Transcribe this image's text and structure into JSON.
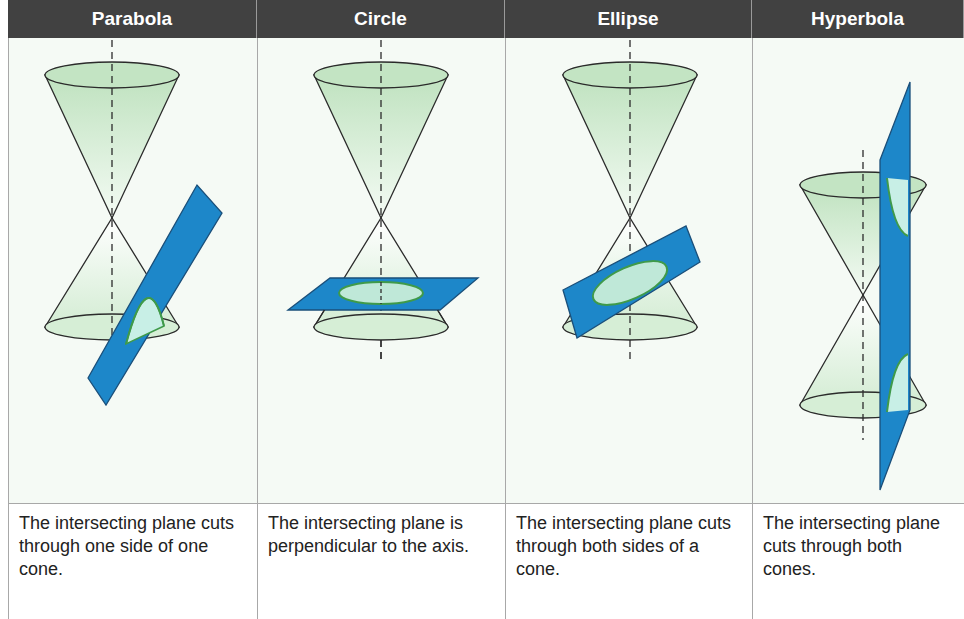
{
  "diagram": {
    "nodes": [
      {
        "text": [
          "Parabola"
        ]
      },
      {
        "text": [
          "Circle"
        ]
      },
      {
        "text": [
          "Ellipse"
        ]
      },
      {
        "text": [
          "Hyperbola"
        ]
      },
      {
        "text": [
          "The intersecting plane cuts through one side of one cone."
        ]
      },
      {
        "text": [
          "The intersecting plane is perpendicular to the axis."
        ]
      },
      {
        "text": [
          "The intersecting plane cuts through both sides of a cone."
        ]
      },
      {
        "text": [
          "The intersecting plane cuts through both cones."
        ]
      }
    ]
  }
}
